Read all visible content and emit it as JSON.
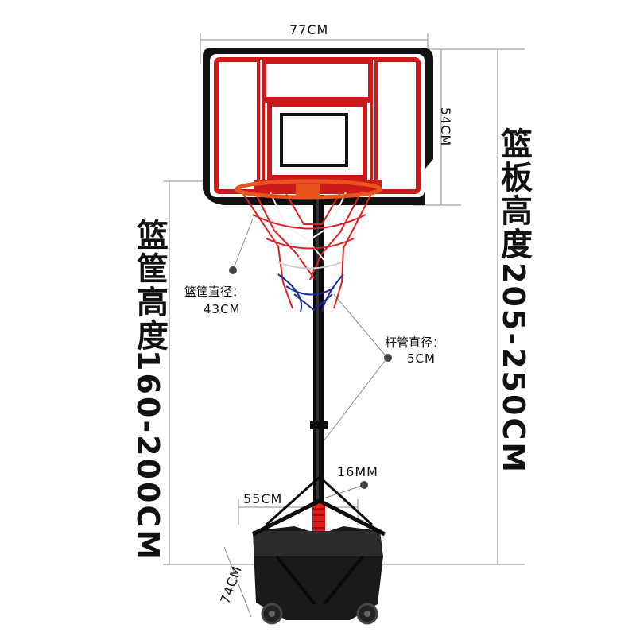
{
  "dimensions": {
    "backboard_width": "77CM",
    "backboard_height": "54CM",
    "backboard_height_range_label": "篮板高度",
    "backboard_height_range_value": "205-250CM",
    "hoop_height_range_label": "篮筐高度",
    "hoop_height_range_value": "160-200CM",
    "hoop_diameter_label": "篮筐直径：",
    "hoop_diameter_value": "43CM",
    "pole_diameter_label": "杆管直径：",
    "pole_diameter_value": "5CM",
    "spring_wire": "16MM",
    "base_width": "55CM",
    "base_depth": "74CM"
  },
  "colors": {
    "backboard_frame": "#111111",
    "backboard_stripe": "#cc1a1a",
    "rim": "#e8541e",
    "net_red": "#e02020",
    "net_white": "#f4f4f4",
    "net_blue": "#1a2a9a",
    "pole": "#0a0a0a",
    "spring": "#e11b1b",
    "base": "#1a1a1a",
    "guide_line": "#888888"
  }
}
